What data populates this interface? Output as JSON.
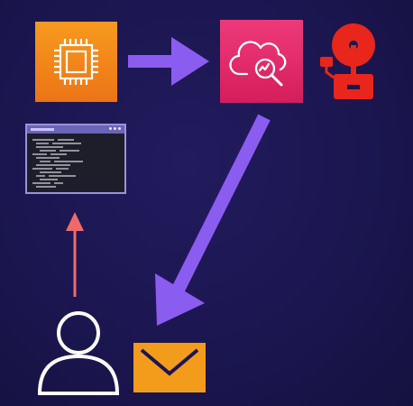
{
  "diagram": {
    "nodes": [
      {
        "id": "ec2",
        "icon": "ec2-instance-icon"
      },
      {
        "id": "cloudwatch",
        "icon": "cloudwatch-icon"
      },
      {
        "id": "alarm",
        "icon": "alarm-bell-icon"
      },
      {
        "id": "terminal",
        "icon": "terminal-window-icon"
      },
      {
        "id": "user",
        "icon": "user-icon"
      },
      {
        "id": "email",
        "icon": "email-envelope-icon"
      }
    ],
    "edges": [
      {
        "from": "ec2",
        "to": "cloudwatch"
      },
      {
        "from": "cloudwatch",
        "to": "email"
      },
      {
        "from": "user",
        "to": "terminal"
      }
    ]
  },
  "colors": {
    "background": "#1b1650",
    "ec2": "#f08a1b",
    "cloudwatch": "#e2286a",
    "alarm": "#e8261c",
    "arrow_primary": "#8b5cf0",
    "arrow_secondary": "#f06a6a",
    "email": "#f39c1c",
    "user_outline": "#ffffff"
  }
}
